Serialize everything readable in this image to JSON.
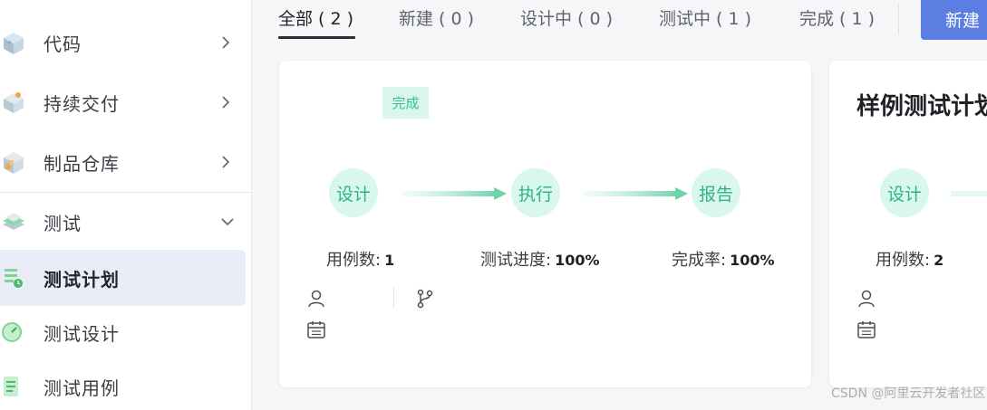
{
  "sidebar": {
    "items": [
      {
        "label": "代码",
        "icon": "code-cube-icon"
      },
      {
        "label": "持续交付",
        "icon": "delivery-cube-icon"
      },
      {
        "label": "制品仓库",
        "icon": "artifact-cube-icon"
      },
      {
        "label": "测试",
        "icon": "test-layers-icon"
      },
      {
        "label": "测试计划",
        "icon": "test-plan-icon"
      },
      {
        "label": "测试设计",
        "icon": "test-design-icon"
      },
      {
        "label": "测试用例",
        "icon": "test-case-icon"
      }
    ]
  },
  "tabs": [
    {
      "label": "全部 ( 2 )"
    },
    {
      "label": "新建 ( 0 )"
    },
    {
      "label": "设计中 ( 0 )"
    },
    {
      "label": "测试中 ( 1 )"
    },
    {
      "label": "完成 ( 1 )"
    }
  ],
  "new_button": {
    "label": "新建"
  },
  "cards": [
    {
      "status": "完成",
      "stages": [
        "设计",
        "执行",
        "报告"
      ],
      "stats": [
        {
          "label": "用例数:",
          "value": "1"
        },
        {
          "label": "测试进度:",
          "value": "100%"
        },
        {
          "label": "完成率:",
          "value": "100%"
        }
      ]
    },
    {
      "title": "样例测试计划",
      "stages": [
        "设计"
      ],
      "stats": [
        {
          "label": "用例数:",
          "value": "2"
        }
      ]
    }
  ],
  "watermark": "CSDN @阿里云开发者社区",
  "colors": {
    "accent": "#5c7ee3",
    "stage_bg": "#d9f7ed",
    "stage_text": "#2fb481",
    "active_nav_bg": "#eaedf8"
  }
}
